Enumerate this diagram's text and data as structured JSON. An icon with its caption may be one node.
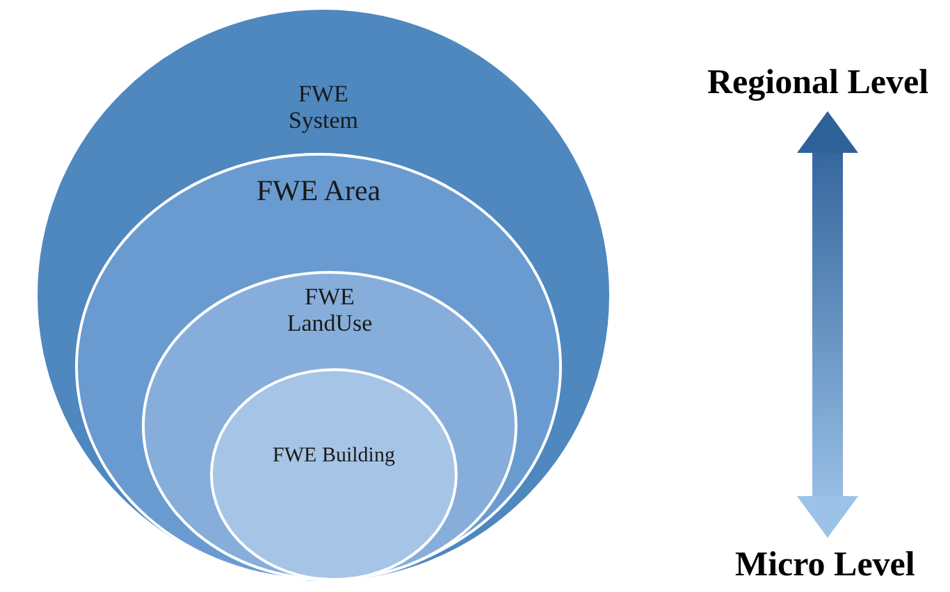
{
  "diagram": {
    "nodes": [
      {
        "text": [
          "FWE System"
        ]
      },
      {
        "text": [
          "FWE Area"
        ],
        "in": 0
      },
      {
        "text": [
          "FWE LandUse"
        ],
        "in": 1
      },
      {
        "text": [
          "FWE Building"
        ],
        "in": 2
      },
      {
        "text": [
          "Regional Level"
        ]
      },
      {
        "text": [
          "Micro Level"
        ]
      }
    ],
    "edges": [
      {
        "from": 4,
        "to": 5,
        "arrow": "both"
      }
    ]
  }
}
